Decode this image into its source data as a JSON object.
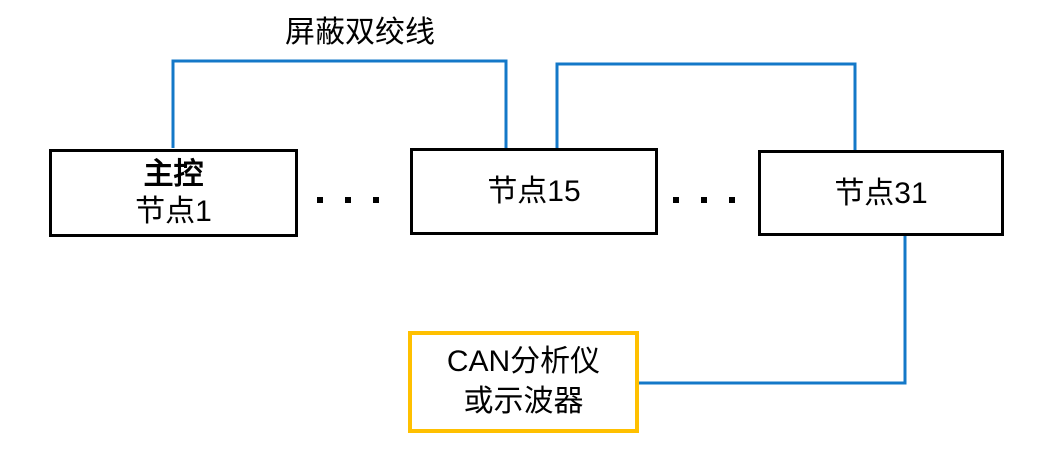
{
  "diagram": {
    "bus_label": "屏蔽双绞线",
    "nodes": {
      "master": {
        "line1": "主控",
        "line2": "节点1"
      },
      "node15": {
        "label": "节点15"
      },
      "node31": {
        "label": "节点31"
      }
    },
    "analyzer": {
      "line1": "CAN分析仪",
      "line2": "或示波器"
    },
    "ellipsis": "· · ·",
    "colors": {
      "wire": "#1478C8",
      "node_border": "#000000",
      "analyzer_border": "#FFC000",
      "text": "#000000",
      "background": "#FFFFFF"
    }
  }
}
